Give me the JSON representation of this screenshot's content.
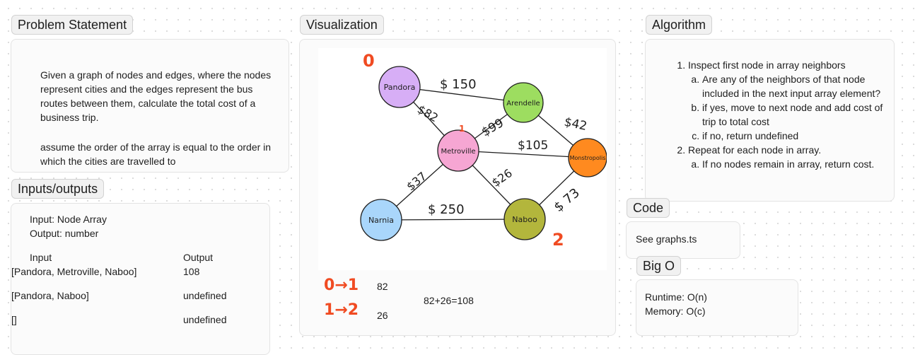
{
  "problem": {
    "title": "Problem Statement",
    "paragraph1": "Given a graph of nodes and edges, where the nodes represent cities and the edges represent the bus routes between them, calculate the total cost of a business trip.",
    "paragraph2": "assume the order of the array is equal to the order in which the cities are travelled to"
  },
  "io": {
    "title": "Inputs/outputs",
    "input_line": "Input: Node Array",
    "output_line": "Output: number",
    "col_input": "Input",
    "col_output": "Output",
    "rows": [
      {
        "input": "[Pandora, Metroville, Naboo]",
        "output": "108"
      },
      {
        "input": "[Pandora,  Naboo]",
        "output": "undefined"
      },
      {
        "input": "[]",
        "output": "undefined"
      }
    ]
  },
  "visualization": {
    "title": "Visualization",
    "nodes": {
      "pandora": "Pandora",
      "arendelle": "Arendelle",
      "metroville": "Metroville",
      "monstropolis": "Monstropolis",
      "narnia": "Narnia",
      "naboo": "Naboo"
    },
    "edges": {
      "pandora_arendelle": "$ 150",
      "pandora_metroville": "$82",
      "metroville_arendelle": "$99",
      "arendelle_monstropolis": "$42",
      "metroville_monstropolis": "$105",
      "metroville_narnia": "$37",
      "metroville_naboo": "$26",
      "narnia_naboo": "$ 250",
      "naboo_monstropolis": "$ 73"
    },
    "annotations": {
      "pandora": "0",
      "metroville": "1",
      "naboo": "2"
    },
    "steps": [
      {
        "label": "0→1",
        "value": "82"
      },
      {
        "label": "1→2",
        "value": "26"
      }
    ],
    "sum": "82+26=108",
    "colors": {
      "pandora": "#d7aef6",
      "arendelle": "#9ddd60",
      "metroville": "#f6a6d3",
      "monstropolis": "#ff8a1f",
      "narnia": "#a9d6fb",
      "naboo": "#b3b63c",
      "annotation": "#f04b22"
    }
  },
  "algorithm": {
    "title": "Algorithm",
    "step1": "Inspect first node in array neighbors",
    "step1a": "Are any of the neighbors of that node included in the next input array element?",
    "step1b": "if yes, move to next node and add cost of trip to total cost",
    "step1c": "if no, return undefined",
    "step2": "Repeat for each node in array.",
    "step2a": "If no nodes remain in array, return cost."
  },
  "code": {
    "title": "Code",
    "text": "See graphs.ts"
  },
  "bigo": {
    "title": "Big O",
    "runtime": "Runtime: O(n)",
    "memory": "Memory: O(c)"
  }
}
